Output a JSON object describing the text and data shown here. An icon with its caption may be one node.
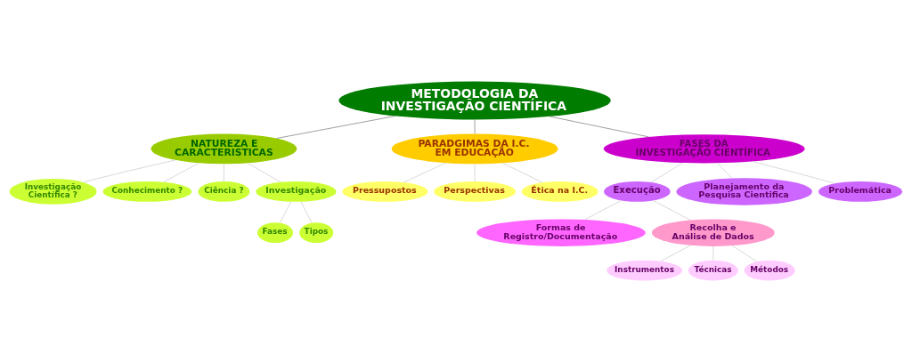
{
  "diagram": {
    "nodes": [
      {
        "text": [
          "METODOLOGIA DA INVESTIGAÇÃO CIENTÍFICA"
        ]
      },
      {
        "text": [
          "Investigação Científica ?"
        ]
      },
      {
        "text": [
          "Conhecimento ?"
        ]
      },
      {
        "text": [
          "Ciência ?"
        ]
      },
      {
        "text": [
          "NATUREZA E CARACTERISTICAS"
        ]
      },
      {
        "text": [
          "Investigação"
        ]
      },
      {
        "text": [
          "Fases"
        ]
      },
      {
        "text": [
          "Tipos"
        ]
      },
      {
        "text": [
          "PARADGIMAS DA I.C. EM EDUCAÇÃO"
        ]
      },
      {
        "text": [
          "Pressupostos"
        ]
      },
      {
        "text": [
          "Perspectivas"
        ]
      },
      {
        "text": [
          "Ética na I.C."
        ]
      },
      {
        "text": [
          "FASES DA INVESTIGAÇÃO CIENTÍFICA"
        ]
      },
      {
        "text": [
          "Formas de Registro/Documentação"
        ]
      },
      {
        "text": [
          "Execução"
        ]
      },
      {
        "text": [
          "Instrumentos"
        ]
      },
      {
        "text": [
          "Recolha e Análise de Dados"
        ]
      },
      {
        "text": [
          "Técnicas"
        ]
      },
      {
        "text": [
          "Métodos"
        ]
      },
      {
        "text": [
          "Planejamento da Pesquisa Cientifica"
        ]
      },
      {
        "text": [
          "Problemática"
        ]
      }
    ],
    "edges": [
      {
        "from": 0,
        "to": 4,
        "arrow": "none",
        "color": "#808080"
      },
      {
        "from": 0,
        "to": 8,
        "arrow": "none",
        "color": "#808080"
      },
      {
        "from": 0,
        "to": 12,
        "arrow": "none",
        "color": "#808080"
      },
      {
        "from": 4,
        "to": 1,
        "arrow": "none"
      },
      {
        "from": 4,
        "to": 2,
        "arrow": "none"
      },
      {
        "from": 4,
        "to": 3,
        "arrow": "none"
      },
      {
        "from": 4,
        "to": 5,
        "arrow": "none"
      },
      {
        "from": 5,
        "to": 6,
        "arrow": "none"
      },
      {
        "from": 5,
        "to": 7,
        "arrow": "none"
      },
      {
        "from": 8,
        "to": 9,
        "arrow": "none"
      },
      {
        "from": 8,
        "to": 10,
        "arrow": "none"
      },
      {
        "from": 8,
        "to": 11,
        "arrow": "none"
      },
      {
        "from": 12,
        "to": 14,
        "arrow": "none"
      },
      {
        "from": 12,
        "to": 19,
        "arrow": "none"
      },
      {
        "from": 12,
        "to": 20,
        "arrow": "none"
      },
      {
        "from": 14,
        "to": 13,
        "arrow": "none"
      },
      {
        "from": 14,
        "to": 16,
        "arrow": "none"
      },
      {
        "from": 16,
        "to": 15,
        "arrow": "none"
      },
      {
        "from": 16,
        "to": 17,
        "arrow": "none"
      },
      {
        "from": 16,
        "to": 18,
        "arrow": "none"
      }
    ]
  }
}
